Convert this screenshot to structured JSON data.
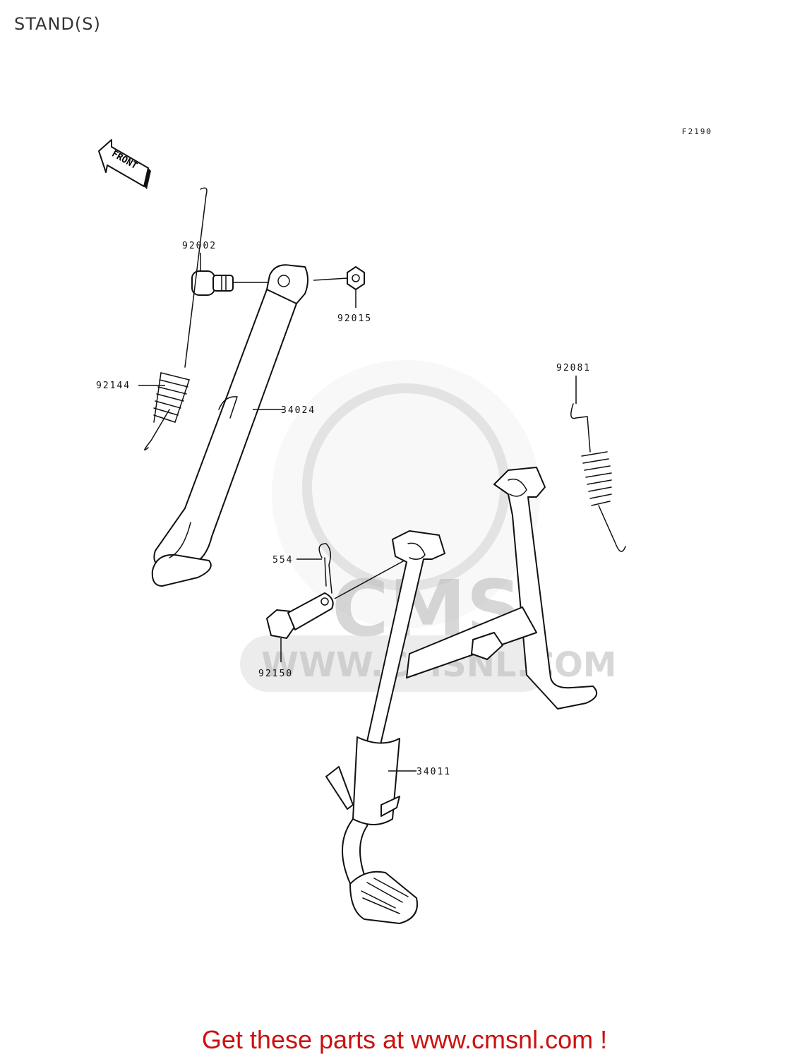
{
  "page": {
    "title": "STAND(S)",
    "figure_code": "F2190",
    "front_label": "FRONT",
    "footer_cta": "Get these parts at www.cmsnl.com !"
  },
  "watermark": {
    "logo_text": "CMS",
    "url_text": "WWW.CMSNL.COM"
  },
  "parts": [
    {
      "id": "p92002",
      "number": "92002",
      "description": "bolt"
    },
    {
      "id": "p92015",
      "number": "92015",
      "description": "nut"
    },
    {
      "id": "p92144",
      "number": "92144",
      "description": "spring"
    },
    {
      "id": "p34024",
      "number": "34024",
      "description": "side stand"
    },
    {
      "id": "p92081",
      "number": "92081",
      "description": "spring"
    },
    {
      "id": "p554",
      "number": "554",
      "description": "pin clip"
    },
    {
      "id": "p92150",
      "number": "92150",
      "description": "pivot bolt"
    },
    {
      "id": "p34011",
      "number": "34011",
      "description": "main stand"
    }
  ]
}
